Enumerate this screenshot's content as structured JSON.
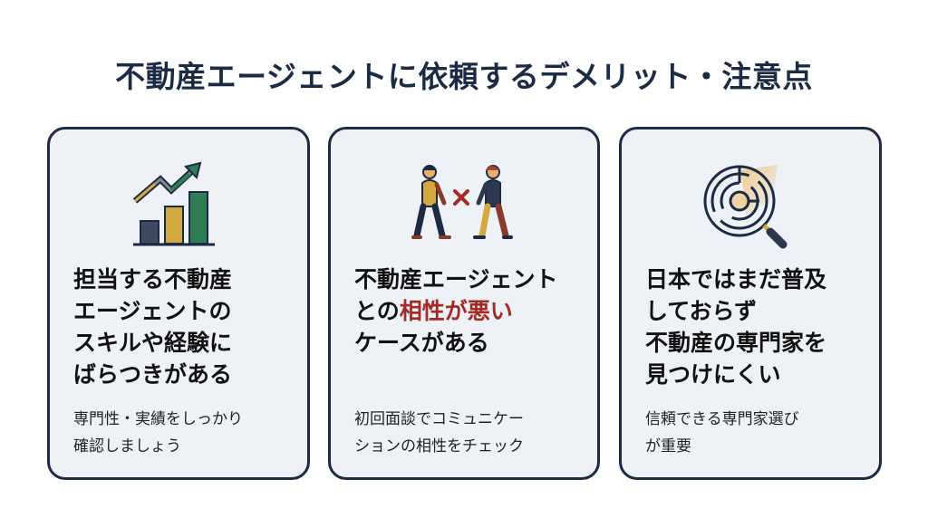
{
  "title": "不動産エージェントに依頼するデメリット・注意点",
  "colors": {
    "navy": "#1c2b45",
    "card_bg": "#eef1f6",
    "accent_red": "#a52a24",
    "gold": "#d4aa40",
    "green": "#2e7d55"
  },
  "cards": [
    {
      "icon": "bar-chart-growth-icon",
      "heading_lines": [
        "担当する不動産",
        "エージェントの",
        "スキルや経験に",
        "ばらつきがある"
      ],
      "note_lines": [
        "専門性・実績をしっかり",
        "確認しましょう"
      ]
    },
    {
      "icon": "mismatched-people-icon",
      "heading_line1": "不動産エージェント",
      "heading_line2_pre": "との",
      "heading_line2_accent": "相性が悪い",
      "heading_line3": "ケースがある",
      "note_lines": [
        "初回面談でコミュニケー",
        "ションの相性をチェック"
      ]
    },
    {
      "icon": "maze-magnifier-icon",
      "heading_lines": [
        "日本ではまだ普及",
        "しておらず",
        "不動産の専門家を",
        "見つけにくい"
      ],
      "note_lines": [
        "信頼できる専門家選び",
        "が重要"
      ]
    }
  ]
}
